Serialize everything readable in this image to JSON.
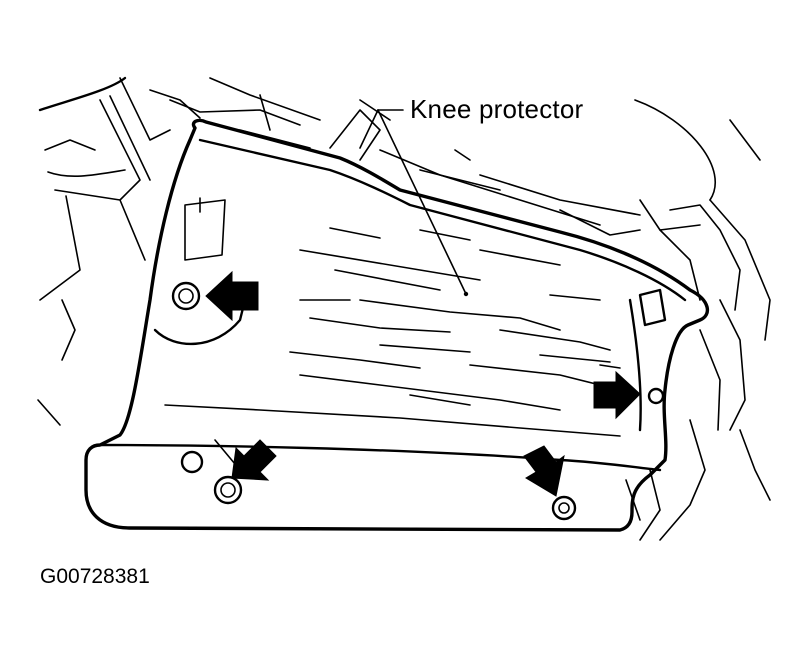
{
  "diagram": {
    "callout": {
      "label": "Knee protector"
    },
    "figure_id": "G00728381",
    "fastener_arrows": [
      {
        "name": "arrow-upper-left-bolt",
        "direction": "left"
      },
      {
        "name": "arrow-right-clip",
        "direction": "right"
      },
      {
        "name": "arrow-lower-left-bolt",
        "direction": "down-left"
      },
      {
        "name": "arrow-lower-right-bolt",
        "direction": "down-right"
      }
    ]
  }
}
